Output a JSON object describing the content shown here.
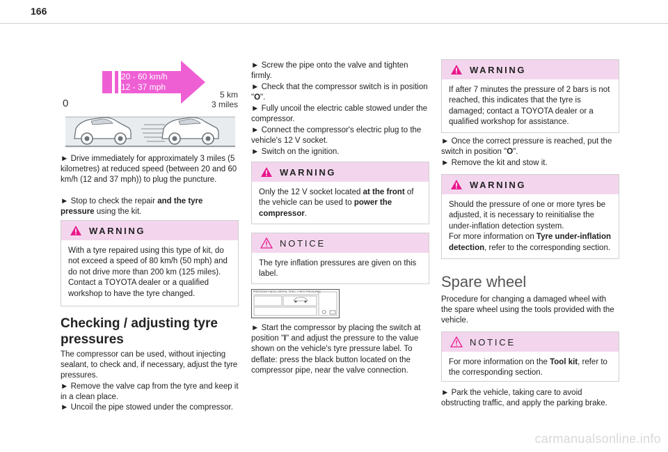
{
  "page_number": "166",
  "figure": {
    "zero": "0",
    "speed_kmh": "20 - 60 km/h",
    "speed_mph": "12 - 37 mph",
    "distance_km": "5 km",
    "distance_miles": "3 miles"
  },
  "col1": {
    "p1": "► Drive immediately for approximately 3 miles (5 kilometres) at reduced speed (between 20 and 60 km/h (12 and 37 mph)) to plug the puncture.",
    "p2_a": "► Stop to check the repair ",
    "p2_b": "and the tyre pressure",
    "p2_c": " using the kit.",
    "warning_label": "WARNING",
    "warning_text": "With a tyre repaired using this type of kit, do not exceed a speed of 80 km/h (50 mph) and do not drive more than 200 km (125 miles). Contact a TOYOTA dealer or a qualified workshop to have the tyre changed.",
    "heading_line1": "Checking / adjusting tyre",
    "heading_line2": "pressures",
    "p3": "The compressor can be used, without injecting sealant, to check and, if necessary, adjust the tyre pressures.",
    "p4": "► Remove the valve cap from the tyre and keep it in a clean place.",
    "p5": "► Uncoil the pipe stowed under the compressor."
  },
  "col2": {
    "p1": "► Screw the pipe onto the valve and tighten firmly.",
    "p2_a": "► Check that the compressor switch is in position \"",
    "p2_b": "O",
    "p2_c": "\".",
    "p3": "► Fully uncoil the electric cable stowed under the compressor.",
    "p4": "► Connect the compressor's electric plug to the vehicle's 12 V socket.",
    "p5": "► Switch on the ignition.",
    "warning_label": "WARNING",
    "warning_a": "Only the 12 V socket located ",
    "warning_b": "at the front",
    "warning_c": " of the vehicle can be used to ",
    "warning_d": "power the compressor",
    "warning_e": ".",
    "notice_label": "NOTICE",
    "notice_text": "The tyre inflation pressures are given on this label.",
    "label_title": "PRESSIONS PNEUS–REIFEN–TIRES–TYRES PRESSURES",
    "p6_a": "► Start the compressor by placing the switch at position \"",
    "p6_b": "I",
    "p6_c": "\" and adjust the pressure to the value shown on the vehicle's tyre pressure label. To deflate: press the black button located on the compressor pipe, near the valve connection."
  },
  "col3": {
    "warning1_label": "WARNING",
    "warning1_text": "If after 7 minutes the pressure of 2 bars is not reached, this indicates that the tyre is damaged; contact a TOYOTA dealer or a qualified workshop for assistance.",
    "p1_a": "► Once the correct pressure is reached, put the switch in position \"",
    "p1_b": "O",
    "p1_c": "\".",
    "p2": "► Remove the kit and stow it.",
    "warning2_label": "WARNING",
    "warning2_text1": "Should the pressure of one or more tyres be adjusted, it is necessary to reinitialise the under-inflation detection system.",
    "warning2_a": "For more information on ",
    "warning2_b": "Tyre under-inflation detection",
    "warning2_c": ", refer to the corresponding section.",
    "heading": "Spare wheel",
    "p3": "Procedure for changing a damaged wheel with the spare wheel using the tools provided with the vehicle.",
    "notice_label": "NOTICE",
    "notice_a": "For more information on the ",
    "notice_b": "Tool kit",
    "notice_c": ", refer to the corresponding section.",
    "p4": "► Park the vehicle, taking care to avoid obstructing traffic, and apply the parking brake."
  },
  "footer": "carmanualsonline.info",
  "colors": {
    "accent": "#e8188c",
    "box_header": "#f3d6ee",
    "arrow": "#ef5fd4"
  }
}
